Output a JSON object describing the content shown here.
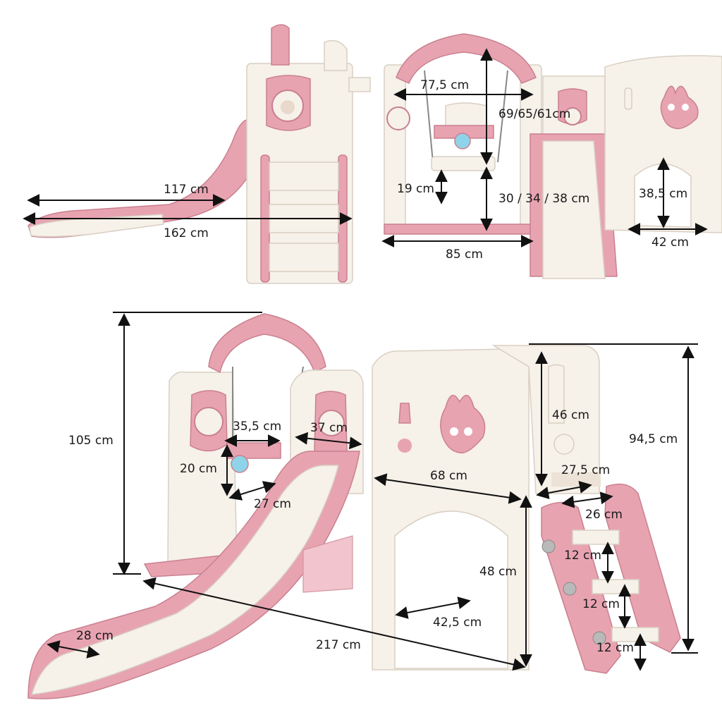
{
  "views": {
    "side": {
      "slide_length": "117 cm",
      "total_length": "162 cm"
    },
    "front": {
      "swing_width": "77,5 cm",
      "swing_heights": "69/65/61cm",
      "seat_width": "19 cm",
      "seat_heights": "30 / 34 / 38 cm",
      "base_width": "85 cm",
      "tunnel_height": "38,5 cm",
      "tunnel_width": "42 cm"
    },
    "main": {
      "total_height": "105 cm",
      "frame_width_a": "35,5 cm",
      "frame_width_b": "37 cm",
      "seat_height": "20 cm",
      "seat_depth": "27 cm",
      "house_length": "68 cm",
      "wall_height": "46 cm",
      "platform_depth": "27,5 cm",
      "house_height": "94,5 cm",
      "step_width": "26 cm",
      "step_1": "12 cm",
      "platform_height": "48 cm",
      "step_2": "12 cm",
      "step_3": "12 cm",
      "tunnel_depth": "42,5 cm",
      "slide_width": "28 cm",
      "overall_length": "217 cm"
    }
  },
  "colors": {
    "pink": "#e8a3b1",
    "white": "#f6f1e9",
    "dark_pink": "#c8707f"
  }
}
